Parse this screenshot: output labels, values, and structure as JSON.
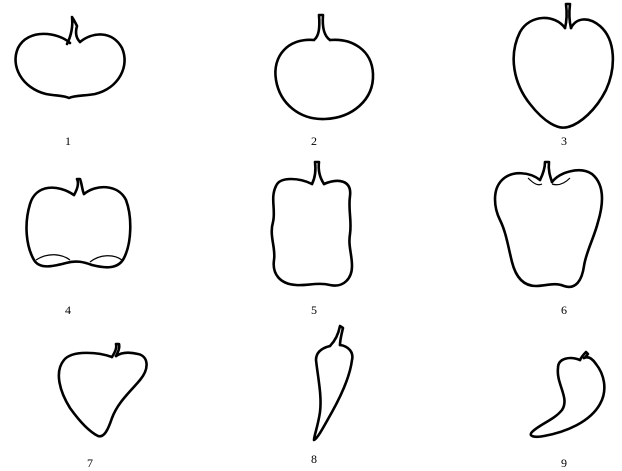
{
  "figure": {
    "shapes": [
      {
        "id": "1",
        "label": "1",
        "icon": "flattened-fruit-shape-icon"
      },
      {
        "id": "2",
        "label": "2",
        "icon": "round-fruit-shape-icon"
      },
      {
        "id": "3",
        "label": "3",
        "icon": "heart-fruit-shape-icon"
      },
      {
        "id": "4",
        "label": "4",
        "icon": "square-fruit-shape-icon"
      },
      {
        "id": "5",
        "label": "5",
        "icon": "rectangular-fruit-shape-icon"
      },
      {
        "id": "6",
        "label": "6",
        "icon": "trapezoidal-fruit-shape-icon"
      },
      {
        "id": "7",
        "label": "7",
        "icon": "triangular-fruit-shape-icon"
      },
      {
        "id": "8",
        "label": "8",
        "icon": "elongated-fruit-shape-icon"
      },
      {
        "id": "9",
        "label": "9",
        "icon": "curved-fruit-shape-icon"
      }
    ]
  }
}
